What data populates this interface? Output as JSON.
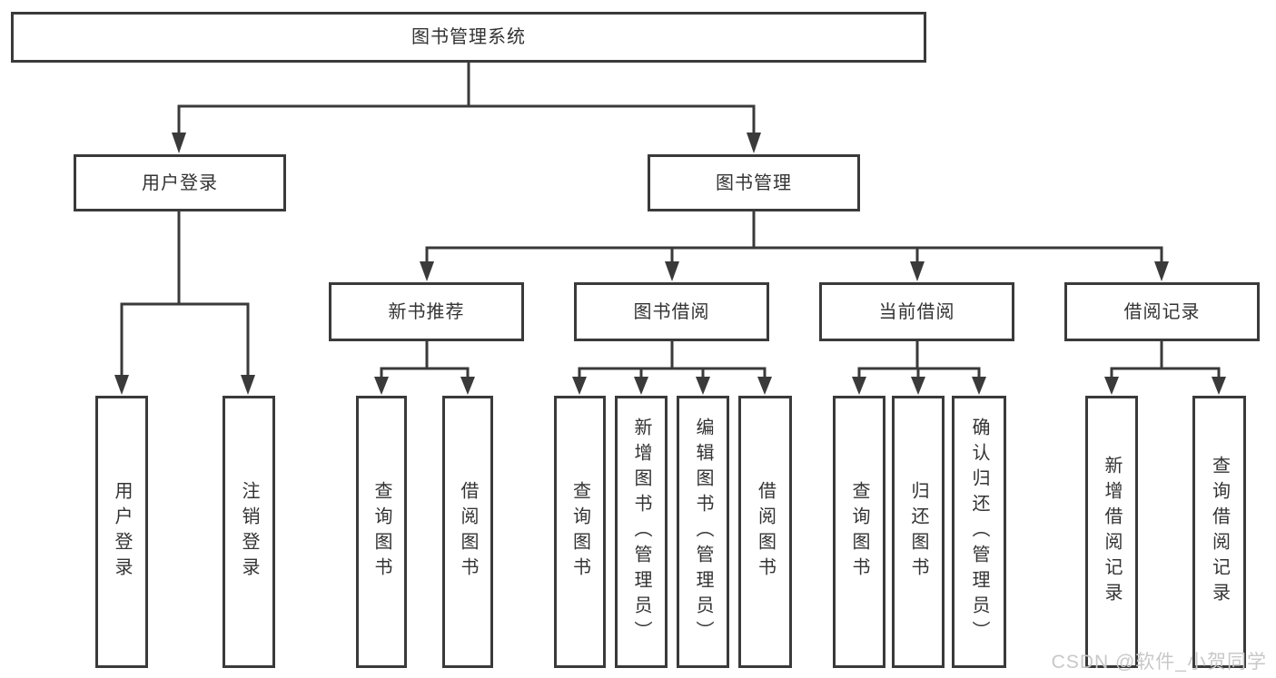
{
  "tree": {
    "root": "图书管理系统",
    "children": [
      {
        "label": "用户登录",
        "leaves": [
          "用户登录",
          "注销登录"
        ]
      },
      {
        "label": "图书管理",
        "children": [
          {
            "label": "新书推荐",
            "leaves": [
              "查询图书",
              "借阅图书"
            ]
          },
          {
            "label": "图书借阅",
            "leaves": [
              "查询图书",
              "新增图书（管理员）",
              "编辑图书（管理员）",
              "借阅图书"
            ]
          },
          {
            "label": "当前借阅",
            "leaves": [
              "查询图书",
              "归还图书",
              "确认归还（管理员）"
            ]
          },
          {
            "label": "借阅记录",
            "leaves": [
              "新增借阅记录",
              "查询借阅记录"
            ]
          }
        ]
      }
    ]
  },
  "watermark": {
    "text": "CSDN @软件_小贺同学"
  },
  "colors": {
    "line": "#3a3a3a",
    "text": "#333333",
    "watermark": "#c8c8c8"
  }
}
